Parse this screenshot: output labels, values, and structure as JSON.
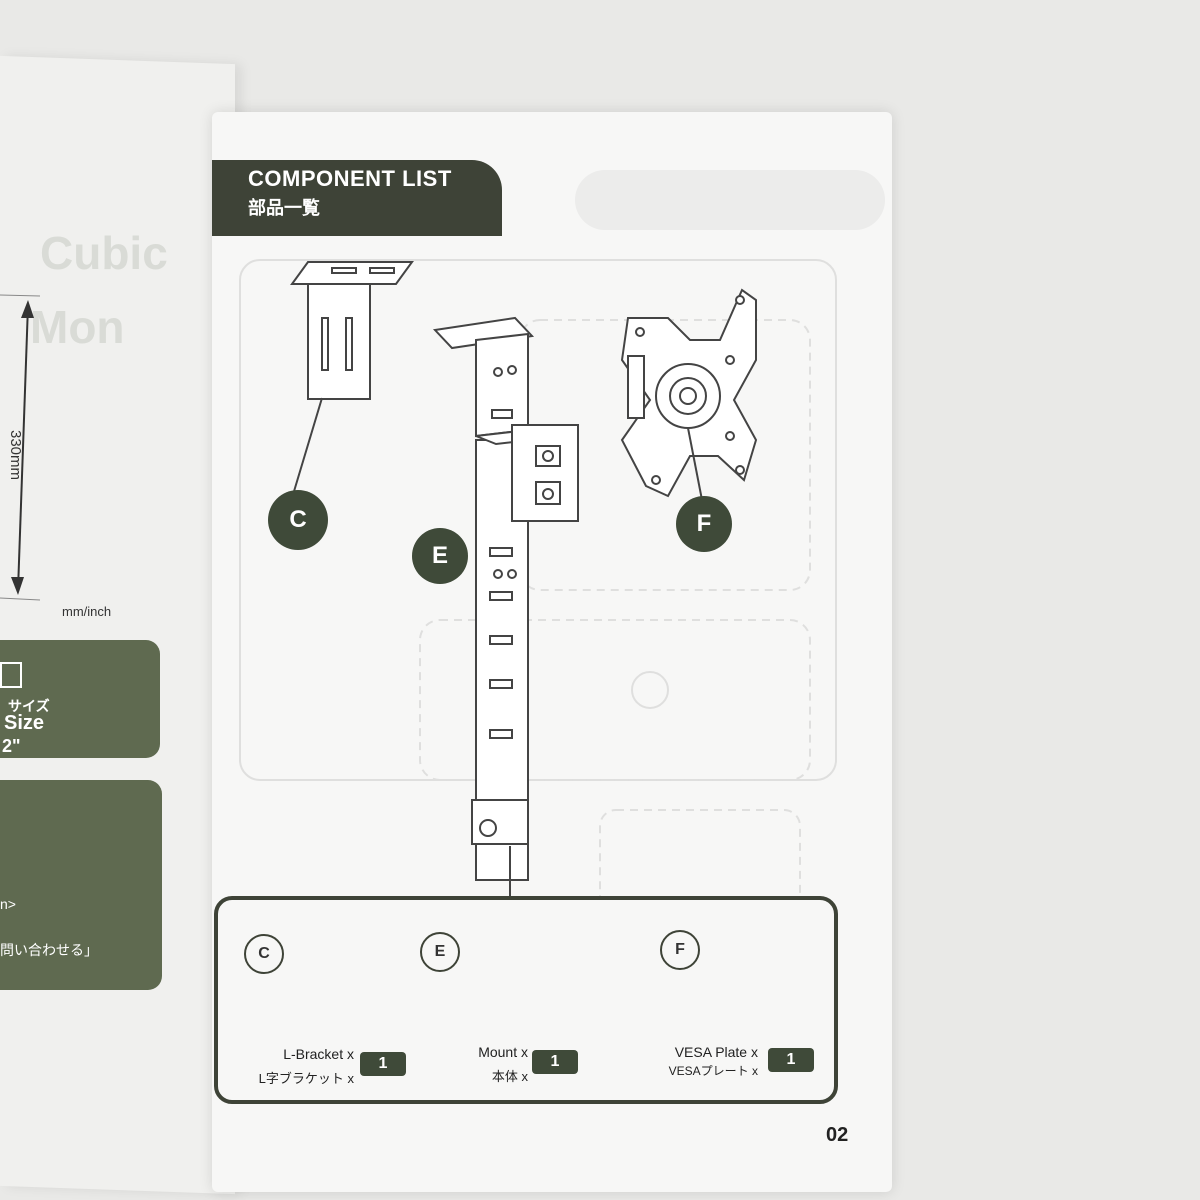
{
  "header": {
    "title": "COMPONENT LIST",
    "subtitle": "部品一覧"
  },
  "left_page": {
    "dimension": "330mm",
    "units": "mm/inch",
    "title_fragment_1": "Cubic",
    "title_fragment_2": "Mon",
    "box1_line1": "サイズ",
    "box1_line2": "Size",
    "box1_line3": "2\"",
    "text_fragment_1": "n>",
    "text_fragment_2": "問い合わせる」"
  },
  "callouts": [
    "C",
    "E",
    "F"
  ],
  "components": [
    {
      "id": "C",
      "name_en": "L-Bracket x",
      "name_jp": "L字ブラケット x",
      "qty": "1"
    },
    {
      "id": "E",
      "name_en": "Mount x",
      "name_jp": "本体 x",
      "qty": "1"
    },
    {
      "id": "F",
      "name_en": "VESA Plate x",
      "name_jp": "VESAプレート x",
      "qty": "1"
    }
  ],
  "page_number": "02"
}
